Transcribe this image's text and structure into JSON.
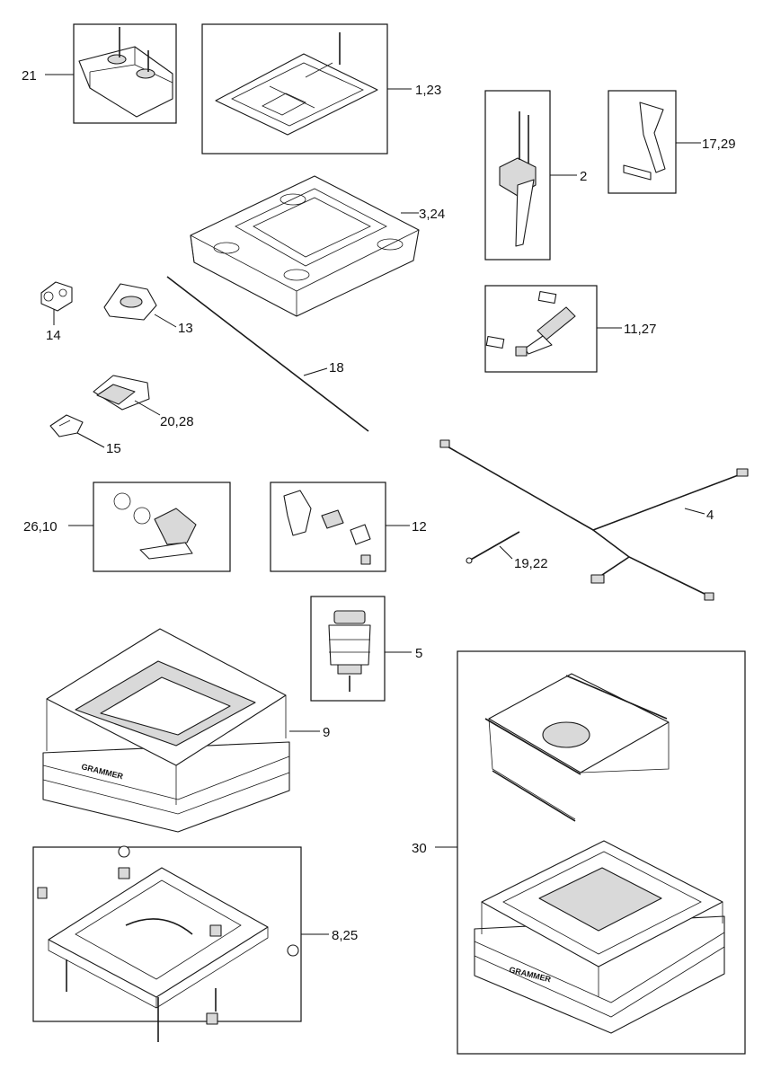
{
  "callouts": {
    "c21": "21",
    "c1_23": "1,23",
    "c2": "2",
    "c17_29": "17,29",
    "c3_24": "3,24",
    "c11_27": "11,27",
    "c14": "14",
    "c13": "13",
    "c18": "18",
    "c20_28": "20,28",
    "c15": "15",
    "c4": "4",
    "c26_10": "26,10",
    "c12": "12",
    "c19_22": "19,22",
    "c5": "5",
    "c9": "9",
    "c30": "30",
    "c8_25": "8,25"
  },
  "logos": {
    "base_cushion": "GRAMMER",
    "full_seat": "GRAMMER"
  },
  "colors": {
    "line": "#1a1a1a",
    "fill": "#ffffff",
    "shade": "#d9d9d9"
  }
}
